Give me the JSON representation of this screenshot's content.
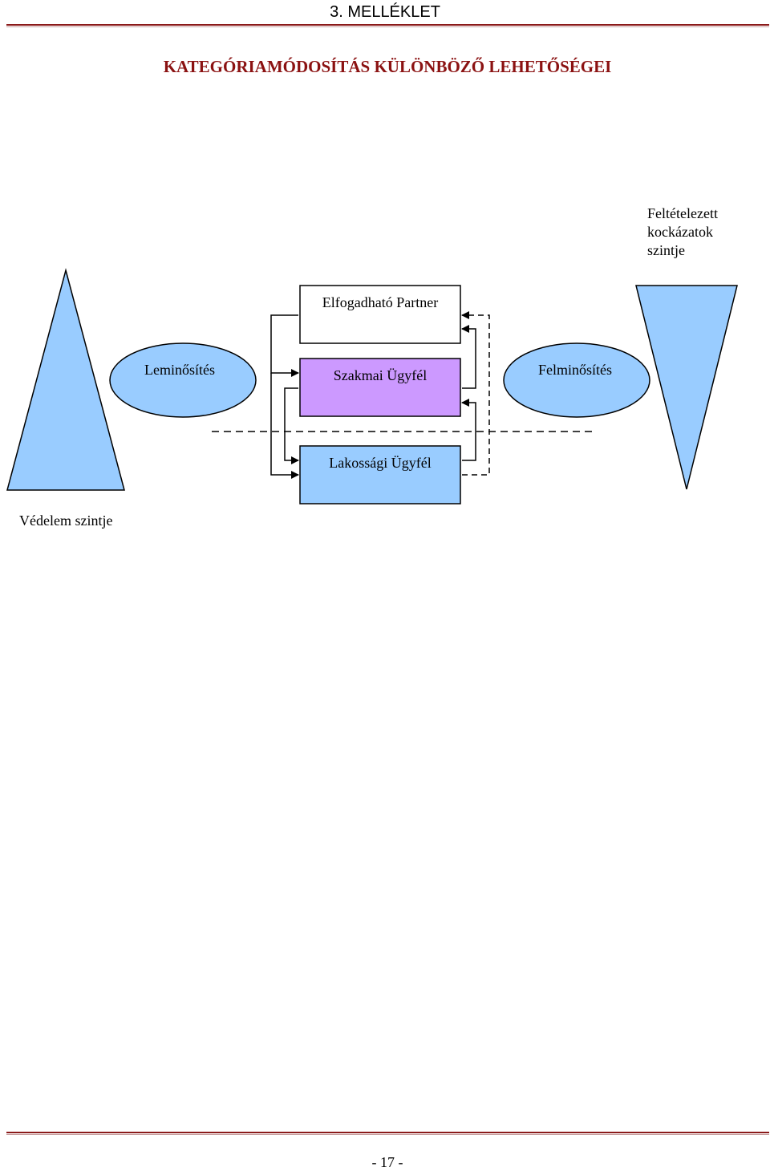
{
  "header": {
    "annex_label": "3. MELLÉKLET"
  },
  "title": "KATEGÓRIAMÓDOSÍTÁS KÜLÖNBÖZŐ LEHETŐSÉGEI",
  "diagram": {
    "risk_label": [
      "Feltételezett",
      "kockázatok",
      "szintje"
    ],
    "protection_label": "Védelem szintje",
    "boxes": {
      "acceptable_partner": "Elfogadható Partner",
      "professional_client": "Szakmai Ügyfél",
      "retail_client": "Lakossági Ügyfél"
    },
    "ellipses": {
      "downgrade": "Leminősítés",
      "upgrade": "Felminősítés"
    },
    "colors": {
      "triangle_fill": "#99ccff",
      "ellipse_fill": "#99ccff",
      "professional_box_fill": "#cc99ff",
      "retail_box_fill": "#99ccff",
      "partner_box_fill": "#ffffff",
      "header_rule": "#8b1a1a",
      "title_color": "#8b1212"
    }
  },
  "footer": {
    "page_number": "- 17 -"
  }
}
